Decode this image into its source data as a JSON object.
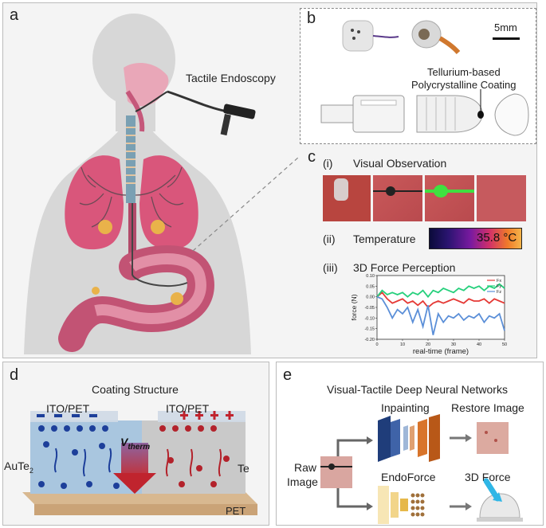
{
  "panel_a": {
    "letter": "a",
    "label": "Tactile Endoscopy"
  },
  "panel_b": {
    "letter": "b",
    "scale": "5mm",
    "coating_line1": "Tellurium-based",
    "coating_line2": "Polycrystalline Coating"
  },
  "panel_c": {
    "letter": "c",
    "sub_i": "(i)",
    "visual_title": "Visual Observation",
    "sub_ii": "(ii)",
    "temperature_title": "Temperature",
    "temperature_value": "35.8 °C",
    "sub_iii": "(iii)",
    "force_title": "3D Force Perception"
  },
  "chart_data": {
    "type": "line",
    "title": "",
    "xlabel": "real-time (frame)",
    "ylabel": "force (N)",
    "xlim": [
      0,
      50
    ],
    "ylim": [
      -0.2,
      0.1
    ],
    "xticks": [
      0,
      10,
      20,
      30,
      40,
      50
    ],
    "yticks": [
      0.1,
      0.05,
      0.0,
      -0.05,
      -0.1,
      -0.15,
      -0.2
    ],
    "legend_position": "top-right",
    "series": [
      {
        "name": "Fx",
        "color": "#e53935",
        "x": [
          0,
          2,
          4,
          6,
          8,
          10,
          12,
          14,
          16,
          18,
          20,
          22,
          24,
          26,
          28,
          30,
          32,
          34,
          36,
          38,
          40,
          42,
          44,
          46,
          48,
          50
        ],
        "values": [
          0.0,
          0.02,
          -0.01,
          -0.03,
          -0.02,
          -0.01,
          -0.03,
          -0.02,
          -0.04,
          -0.02,
          -0.05,
          -0.03,
          -0.02,
          -0.03,
          -0.02,
          -0.01,
          -0.02,
          -0.03,
          -0.01,
          -0.02,
          -0.02,
          -0.01,
          -0.03,
          -0.01,
          -0.02,
          -0.03
        ]
      },
      {
        "name": "Fy",
        "color": "#26d07c",
        "x": [
          0,
          2,
          4,
          6,
          8,
          10,
          12,
          14,
          16,
          18,
          20,
          22,
          24,
          26,
          28,
          30,
          32,
          34,
          36,
          38,
          40,
          42,
          44,
          46,
          48,
          50
        ],
        "values": [
          0.0,
          0.03,
          0.01,
          0.02,
          0.01,
          0.02,
          0.0,
          0.02,
          0.01,
          0.03,
          0.0,
          0.03,
          0.02,
          0.04,
          0.03,
          0.02,
          0.04,
          0.03,
          0.05,
          0.04,
          0.05,
          0.03,
          0.05,
          0.04,
          0.06,
          0.04
        ]
      },
      {
        "name": "Fz",
        "color": "#5b8fd8",
        "x": [
          0,
          2,
          4,
          6,
          8,
          10,
          12,
          14,
          16,
          18,
          20,
          22,
          24,
          26,
          28,
          30,
          32,
          34,
          36,
          38,
          40,
          42,
          44,
          46,
          48,
          50
        ],
        "values": [
          0.0,
          -0.01,
          -0.05,
          -0.1,
          -0.06,
          -0.08,
          -0.05,
          -0.12,
          -0.06,
          -0.14,
          -0.04,
          -0.18,
          -0.08,
          -0.12,
          -0.09,
          -0.1,
          -0.08,
          -0.11,
          -0.09,
          -0.1,
          -0.08,
          -0.12,
          -0.09,
          -0.1,
          -0.08,
          -0.16
        ]
      }
    ]
  },
  "panel_d": {
    "letter": "d",
    "title": "Coating Structure",
    "ito_left": "ITO/PET",
    "ito_right": "ITO/PET",
    "left_material": "AuTe",
    "left_sub": "2",
    "right_material": "Te",
    "v_main": "V",
    "v_sub": "therm",
    "pet": "PET"
  },
  "panel_e": {
    "letter": "e",
    "title": "Visual-Tactile Deep Neural Networks",
    "inpainting": "Inpainting",
    "restore": "Restore Image",
    "raw_line1": "Raw",
    "raw_line2": "Image",
    "endoforce": "EndoForce",
    "force3d": "3D Force"
  }
}
